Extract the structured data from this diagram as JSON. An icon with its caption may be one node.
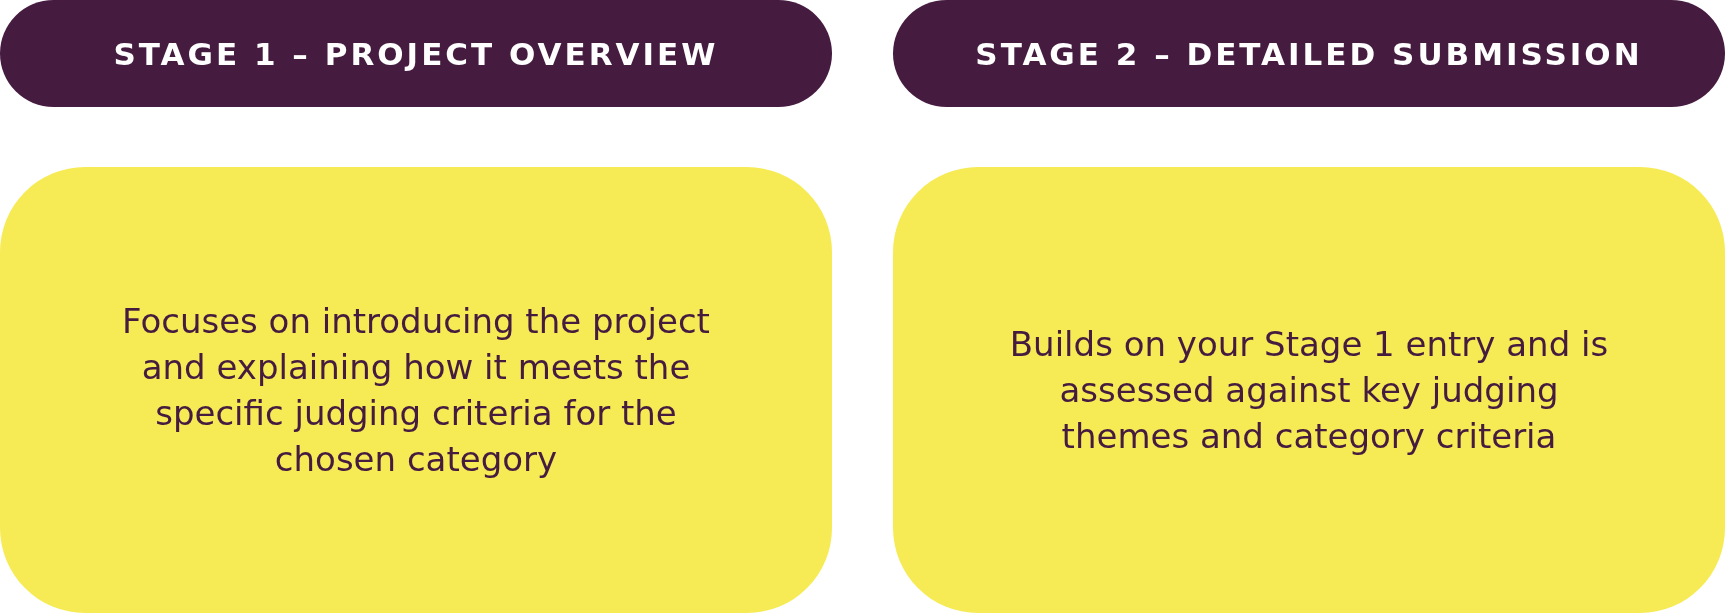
{
  "diagram": {
    "nodes": [
      {
        "text": [
          "STAGE 1 – PROJECT OVERVIEW"
        ]
      },
      {
        "text": [
          "STAGE 2 – DETAILED SUBMISSION"
        ]
      },
      {
        "text": [
          "Focuses on introducing the project and explaining how it meets the specific judging criteria for the chosen category"
        ]
      },
      {
        "text": [
          "Builds on your Stage 1 entry and is assessed against key judging themes and category criteria"
        ]
      }
    ]
  }
}
